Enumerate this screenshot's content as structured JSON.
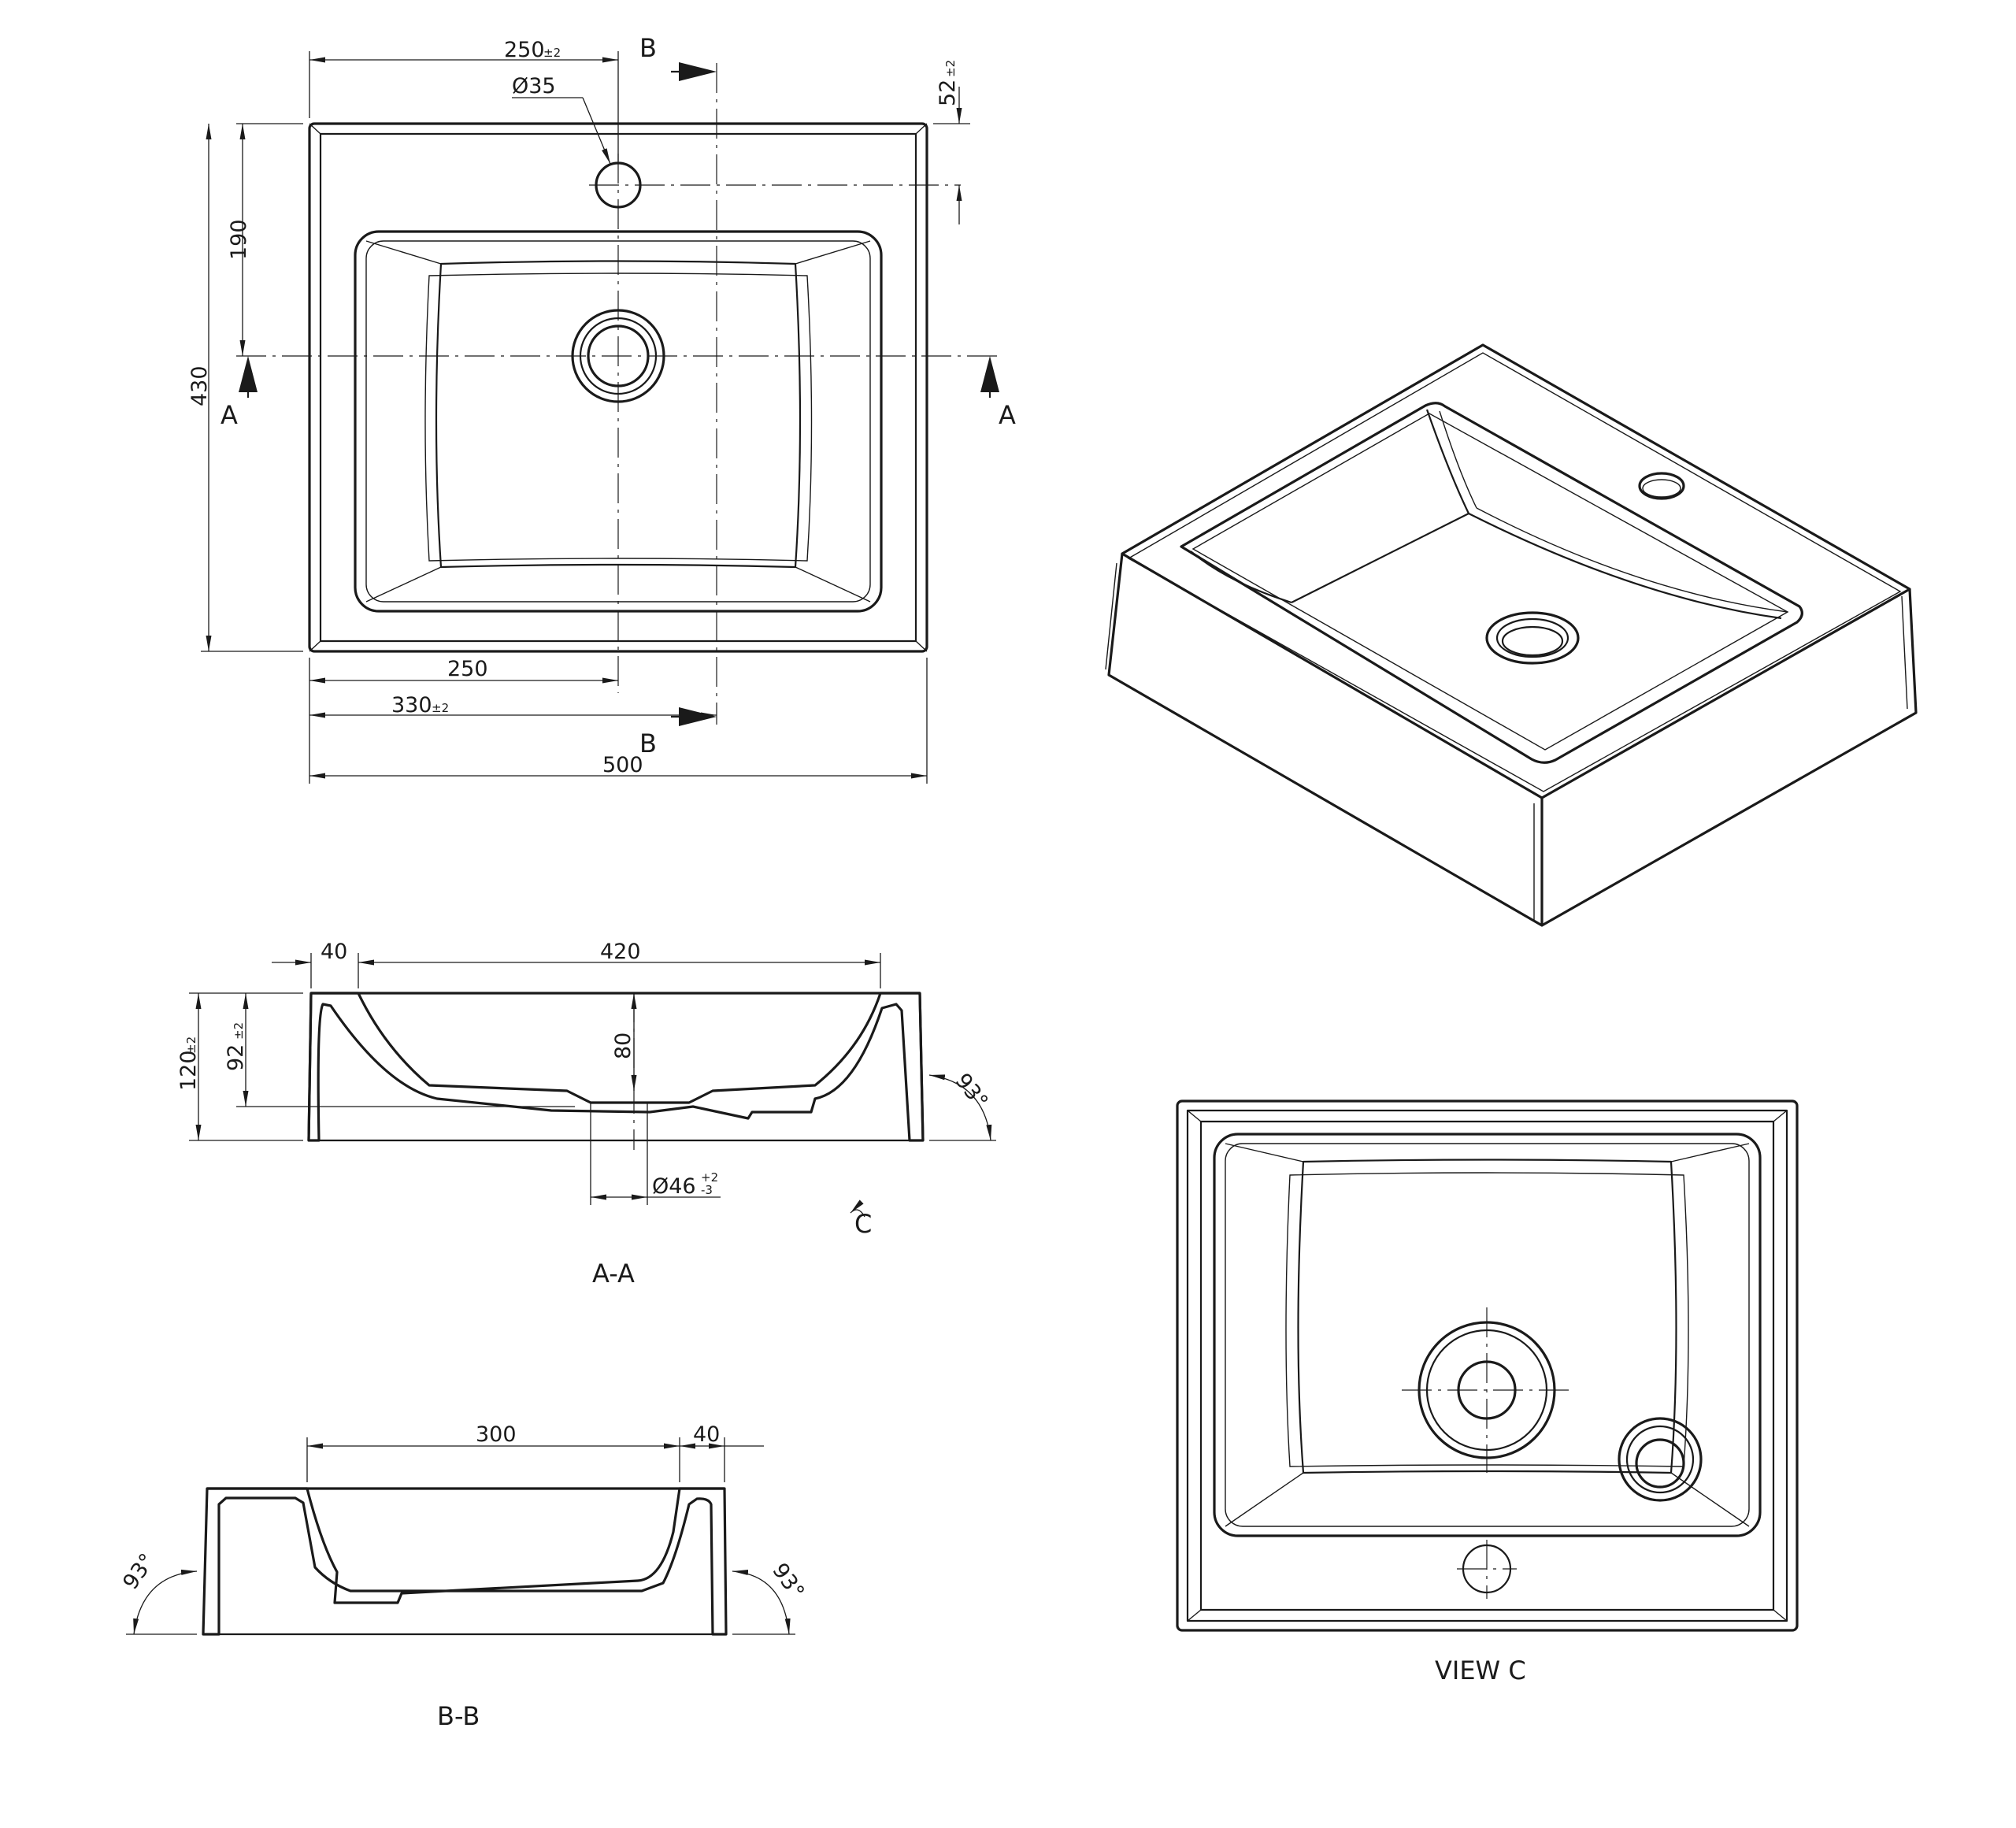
{
  "plan_view": {
    "dims": {
      "top_width": "250",
      "top_width_tol": "±2",
      "hole_dia": "Ø35",
      "hole_offset": "52",
      "hole_offset_tol": "±2",
      "drain_from_top": "190",
      "overall_depth": "430",
      "drain_from_left": "250",
      "section_from_left": "330",
      "section_from_left_tol": "±2",
      "overall_width": "500"
    },
    "section_markers": {
      "a": "A",
      "b": "B"
    }
  },
  "section_aa": {
    "title": "A-A",
    "dims": {
      "rim": "40",
      "bowl_width": "420",
      "bowl_depth": "80",
      "overall_height": "120",
      "overall_height_tol": "±2",
      "inner_height": "92",
      "inner_height_tol": "±2",
      "angle": "93°",
      "drain_dia": "Ø46",
      "drain_tol_plus": "+2",
      "drain_tol_minus": "-3"
    },
    "view_marker": "C"
  },
  "section_bb": {
    "title": "B-B",
    "dims": {
      "bowl_width": "300",
      "rim": "40",
      "angle_left": "93°",
      "angle_right": "93°"
    }
  },
  "view_c": {
    "title": "VIEW C"
  }
}
